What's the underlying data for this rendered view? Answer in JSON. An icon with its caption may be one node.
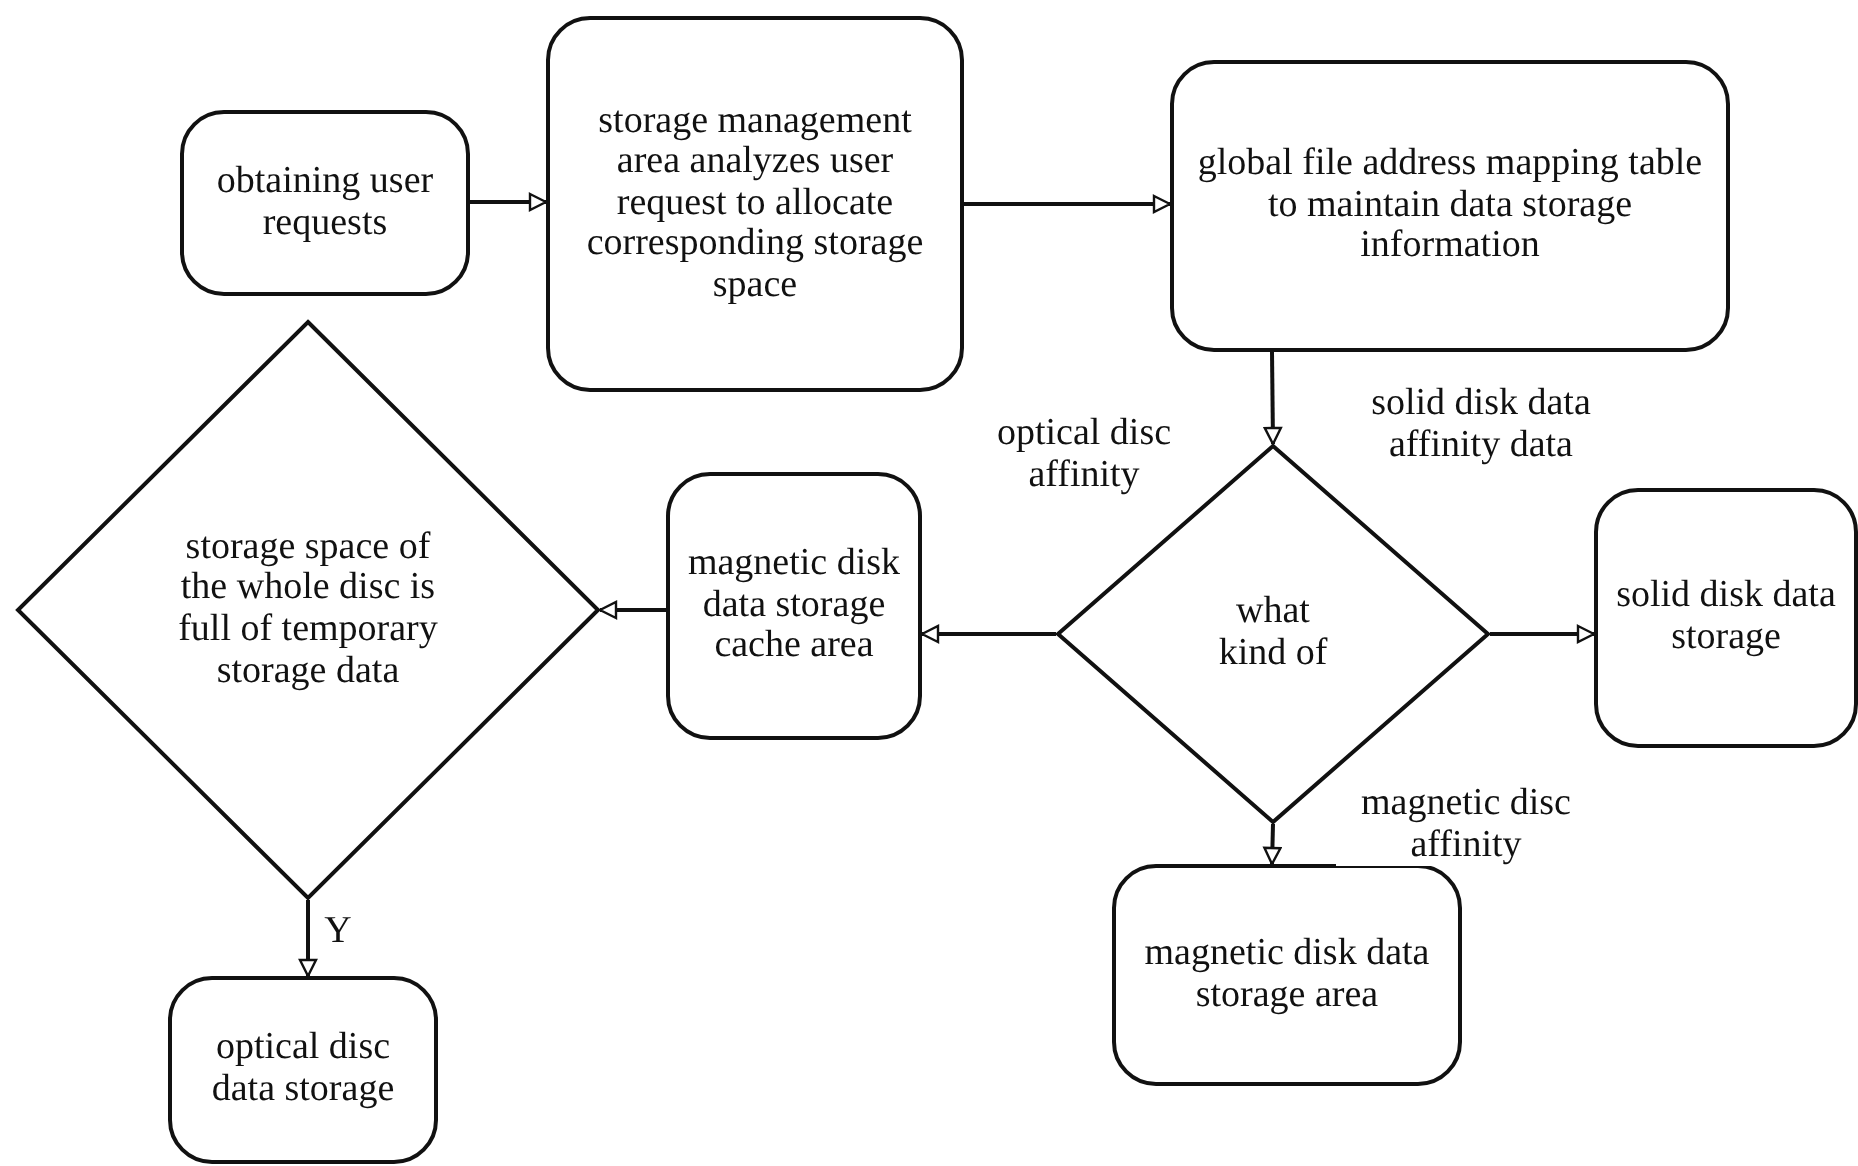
{
  "diagram": {
    "nodes": [
      {
        "text": [
          "obtaining user requests"
        ]
      },
      {
        "text": [
          "storage management area analyzes user request to allocate corresponding storage space"
        ]
      },
      {
        "text": [
          "global file address mapping table to maintain data storage information"
        ]
      },
      {
        "text": [
          "what kind of"
        ]
      },
      {
        "text": [
          "solid disk data storage"
        ]
      },
      {
        "text": [
          "magnetic disk data storage cache area"
        ]
      },
      {
        "text": [
          "storage space of the whole disc is full of temporary storage data"
        ]
      },
      {
        "text": [
          "magnetic disk data storage area"
        ]
      },
      {
        "text": [
          "optical disc data storage"
        ]
      }
    ],
    "edges": [
      {
        "from": 0,
        "to": 1,
        "arrow": "to"
      },
      {
        "from": 1,
        "to": 2,
        "arrow": "to"
      },
      {
        "from": 2,
        "to": 3,
        "arrow": "to"
      },
      {
        "from": 3,
        "to": 4,
        "arrow": "to",
        "label": "solid disk data affinity data"
      },
      {
        "from": 3,
        "to": 5,
        "arrow": "to",
        "label": "optical disc affinity"
      },
      {
        "from": 3,
        "to": 7,
        "arrow": "to",
        "label": "magnetic disc affinity"
      },
      {
        "from": 5,
        "to": 6,
        "arrow": "to"
      },
      {
        "from": 6,
        "to": 8,
        "arrow": "to",
        "label": "Y"
      }
    ]
  }
}
